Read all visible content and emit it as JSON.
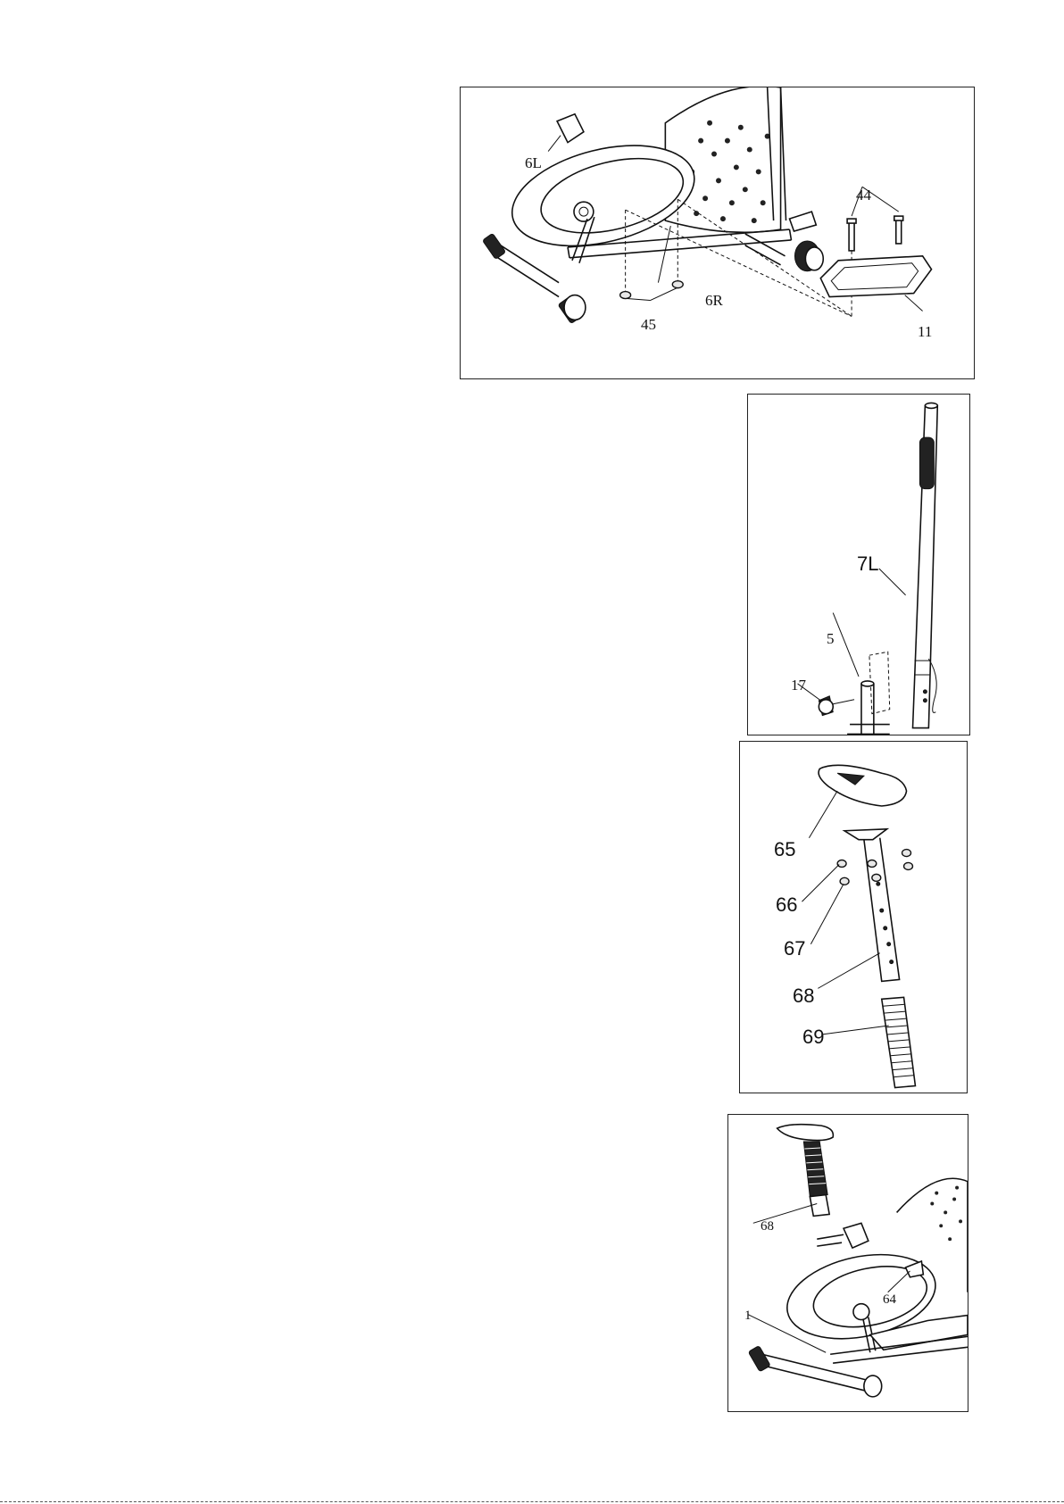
{
  "figures": {
    "fig1": {
      "labels": {
        "l6L": "6L",
        "l44": "44",
        "l6R": "6R",
        "l45": "45",
        "l11": "11"
      }
    },
    "fig2": {
      "labels": {
        "l7L": "7L",
        "l5": "5",
        "l17": "17"
      }
    },
    "fig3": {
      "labels": {
        "l65": "65",
        "l66": "66",
        "l67": "67",
        "l68": "68",
        "l69": "69"
      }
    },
    "fig4": {
      "labels": {
        "l68": "68",
        "l64": "64",
        "l1": "1"
      }
    }
  }
}
